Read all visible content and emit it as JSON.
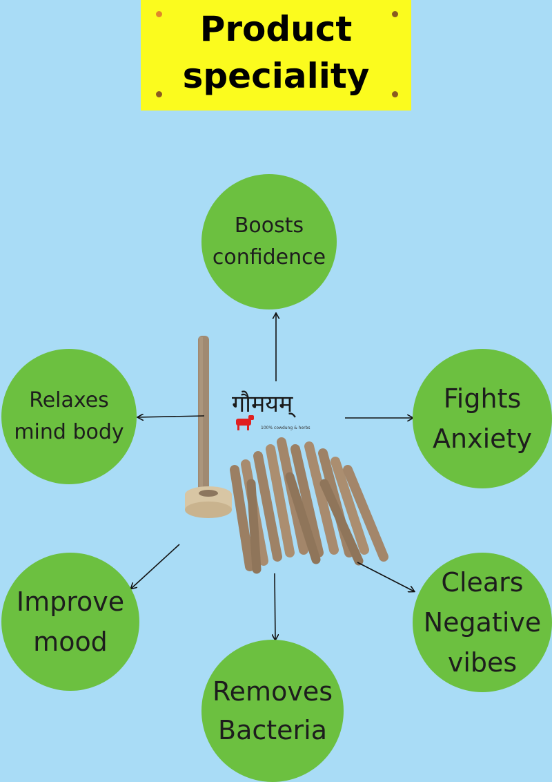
{
  "banner": {
    "line1": "Product",
    "line2": "speciality"
  },
  "logo": {
    "brand": "गौमयम्",
    "tagline": "100% cowdung & herbs"
  },
  "benefits": {
    "confidence": {
      "line1": "Boosts",
      "line2": "confidence"
    },
    "relaxes": {
      "line1": "Relaxes",
      "line2": "mind body"
    },
    "anxiety": {
      "line1": "Fights",
      "line2": "Anxiety"
    },
    "mood": {
      "line1": "Improve",
      "line2": "mood"
    },
    "bacteria": {
      "line1": "Removes",
      "line2": "Bacteria"
    },
    "negative": {
      "line1": "Clears",
      "line2": "Negative",
      "line3": "vibes"
    }
  },
  "colors": {
    "background": "#a9dcf6",
    "banner": "#fbfb1e",
    "circle": "#6cc040"
  }
}
